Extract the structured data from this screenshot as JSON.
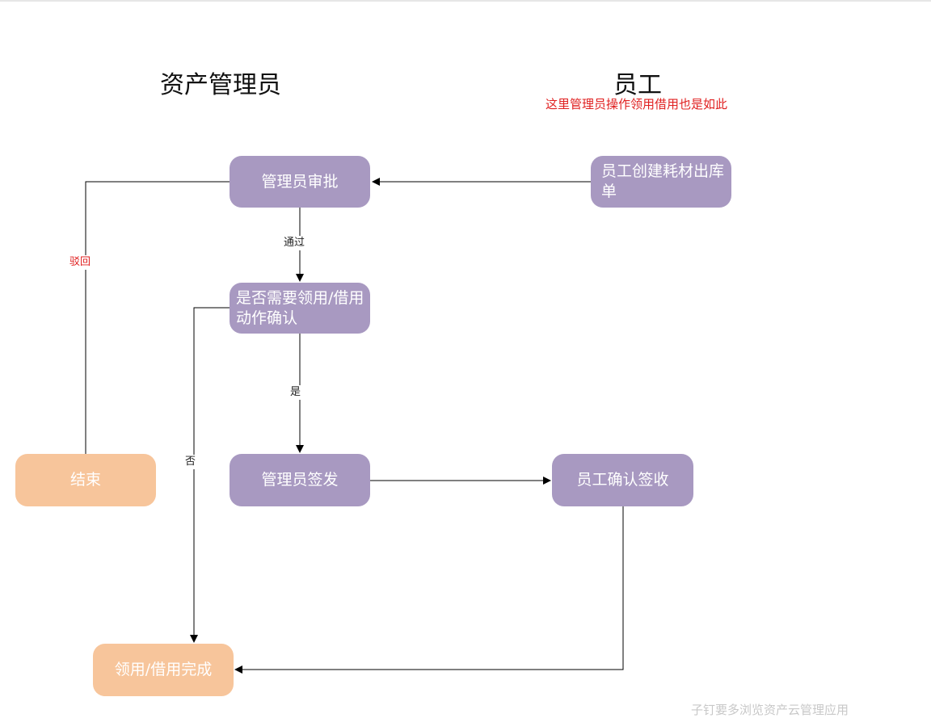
{
  "lanes": {
    "admin": "资产管理员",
    "employee": "员工"
  },
  "note": "这里管理员操作领用借用也是如此",
  "nodes": {
    "admin_approve": "管理员审批",
    "employee_create": "员工创建耗材出库单",
    "need_confirm": "是否需要领用/借用动作确认",
    "admin_issue": "管理员签发",
    "employee_sign": "员工确认签收",
    "end": "结束",
    "done": "领用/借用完成"
  },
  "edge_labels": {
    "pass": "通过",
    "reject": "驳回",
    "yes": "是",
    "no": "否"
  },
  "colors": {
    "process_node": "#a899c1",
    "terminal_node": "#f7c59b",
    "note_text": "#e02020",
    "edge": "#000000"
  },
  "footer_partial_text": "子钉要多浏览资产云管理应用"
}
